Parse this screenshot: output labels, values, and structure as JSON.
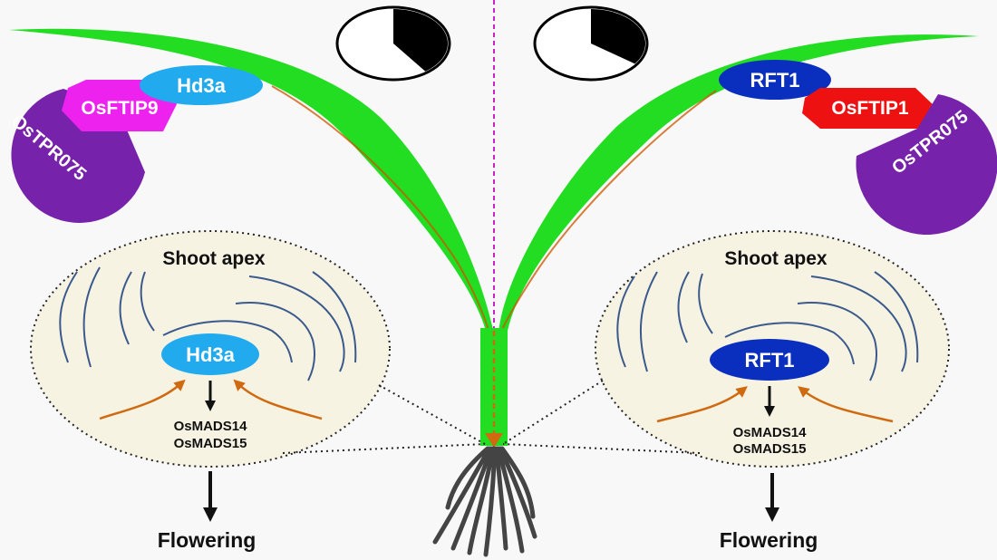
{
  "left": {
    "leaf_proteins": {
      "ft": "Hd3a",
      "ftip": "OsFTIP9",
      "tpr": "OsTPR075"
    },
    "apex": {
      "title": "Shoot apex",
      "protein": "Hd3a",
      "targets": [
        "OsMADS14",
        "OsMADS15"
      ]
    },
    "outcome": "Flowering"
  },
  "right": {
    "leaf_proteins": {
      "ft": "RFT1",
      "ftip": "OsFTIP1",
      "tpr": "OsTPR075"
    },
    "apex": {
      "title": "Shoot apex",
      "protein": "RFT1",
      "targets": [
        "OsMADS14",
        "OsMADS15"
      ]
    },
    "outcome": "Flowering"
  },
  "photoperiod": {
    "left_dark_fraction": 0.4,
    "right_dark_fraction": 0.35
  },
  "colors": {
    "leaf_green": "#22dd22",
    "leaf_vein": "#cc5500",
    "hd3a_fill": "#22aaee",
    "rft1_fill": "#0a2fbf",
    "osftip9_fill": "#ee22ee",
    "osftip1_fill": "#ee1111",
    "ostpr075_fill": "#7722aa",
    "apex_fill": "#f7f3e3",
    "divider": "#cc22cc",
    "roots": "#555555",
    "inner_lines": "#3a5a8c",
    "curved_arrow": "#d06a10"
  }
}
